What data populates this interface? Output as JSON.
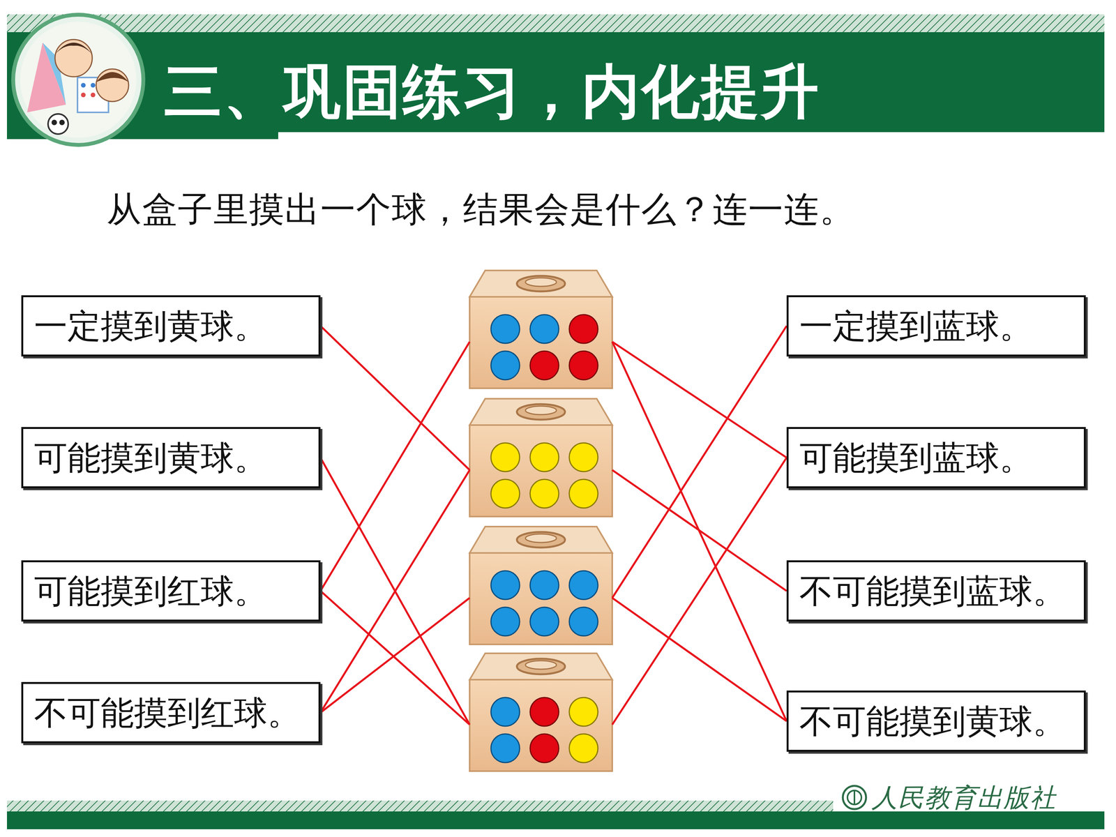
{
  "diagram": {
    "title": "三、巩固练习，内化提升",
    "nodes": [
      {
        "text": [
          "一定摸到黄球。"
        ]
      },
      {
        "text": [
          "可能摸到黄球。"
        ]
      },
      {
        "text": [
          "可能摸到红球。"
        ]
      },
      {
        "text": [
          "不可能摸到红球。"
        ]
      },
      {
        "text": []
      },
      {
        "text": []
      },
      {
        "text": []
      },
      {
        "text": []
      },
      {
        "text": [
          "一定摸到蓝球。"
        ]
      },
      {
        "text": [
          "可能摸到蓝球。"
        ]
      },
      {
        "text": [
          "不可能摸到蓝球。"
        ]
      },
      {
        "text": [
          "不可能摸到黄球。"
        ]
      }
    ],
    "edges": [
      {
        "from": 0,
        "to": 5,
        "arrow": "none"
      },
      {
        "from": 1,
        "to": 7,
        "arrow": "none"
      },
      {
        "from": 2,
        "to": 4,
        "arrow": "none"
      },
      {
        "from": 2,
        "to": 7,
        "arrow": "none"
      },
      {
        "from": 3,
        "to": 5,
        "arrow": "none"
      },
      {
        "from": 3,
        "to": 6,
        "arrow": "none"
      },
      {
        "from": 4,
        "to": 9,
        "arrow": "none"
      },
      {
        "from": 4,
        "to": 11,
        "arrow": "none"
      },
      {
        "from": 5,
        "to": 10,
        "arrow": "none"
      },
      {
        "from": 6,
        "to": 8,
        "arrow": "none"
      },
      {
        "from": 6,
        "to": 11,
        "arrow": "none"
      },
      {
        "from": 7,
        "to": 9,
        "arrow": "none"
      }
    ],
    "labels": [
      "从盒子里摸出一个球，结果会是什么？连一连。",
      "人民教育出版社"
    ]
  }
}
